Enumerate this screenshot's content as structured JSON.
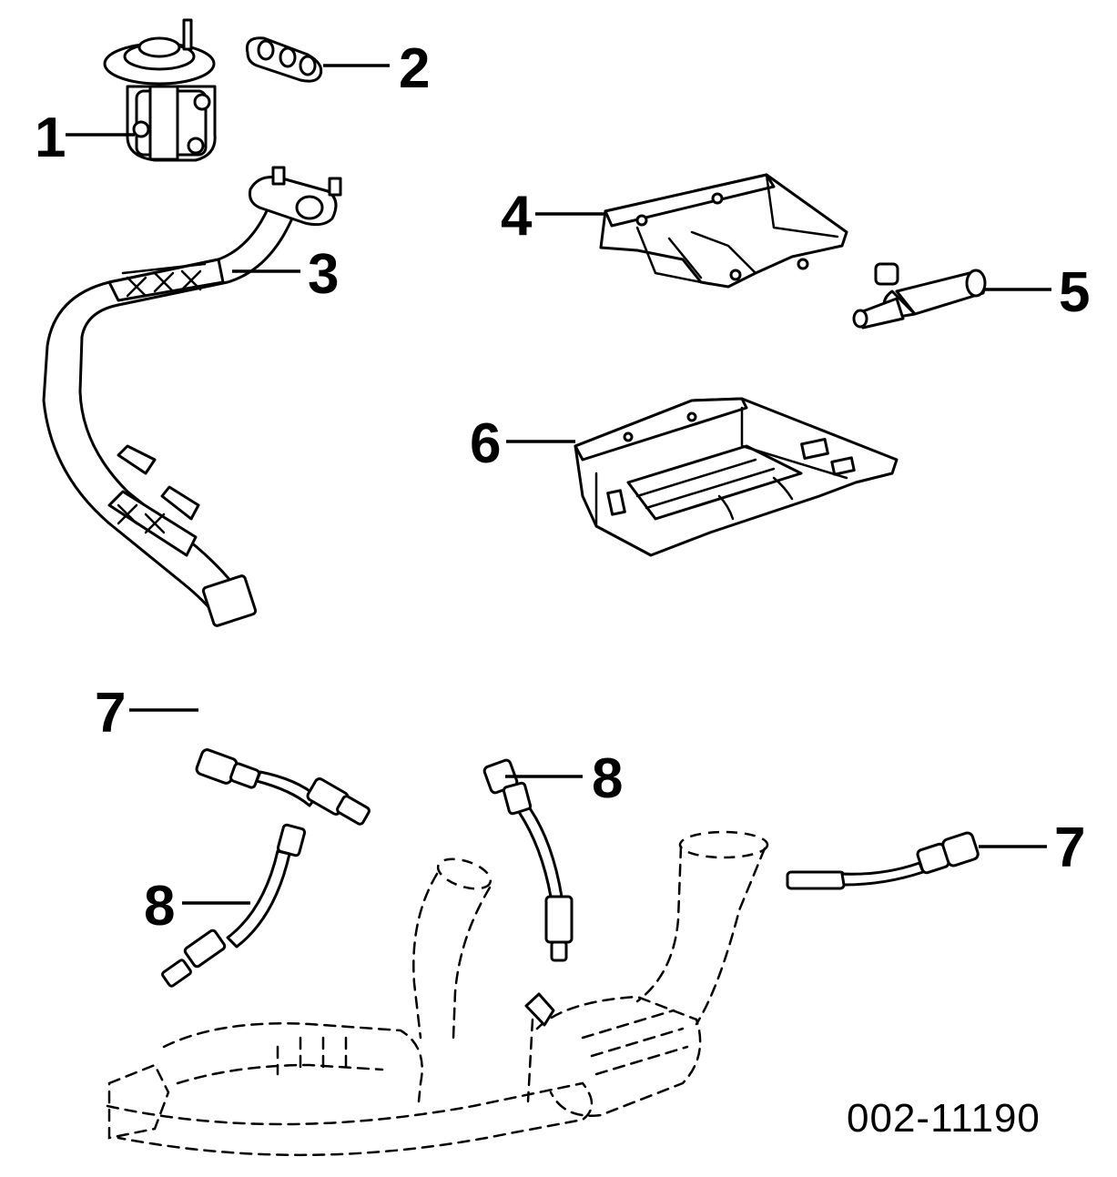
{
  "diagram_code": "002-11190",
  "callouts": [
    "1",
    "2",
    "3",
    "4",
    "5",
    "6",
    "7",
    "8",
    "7",
    "8"
  ]
}
